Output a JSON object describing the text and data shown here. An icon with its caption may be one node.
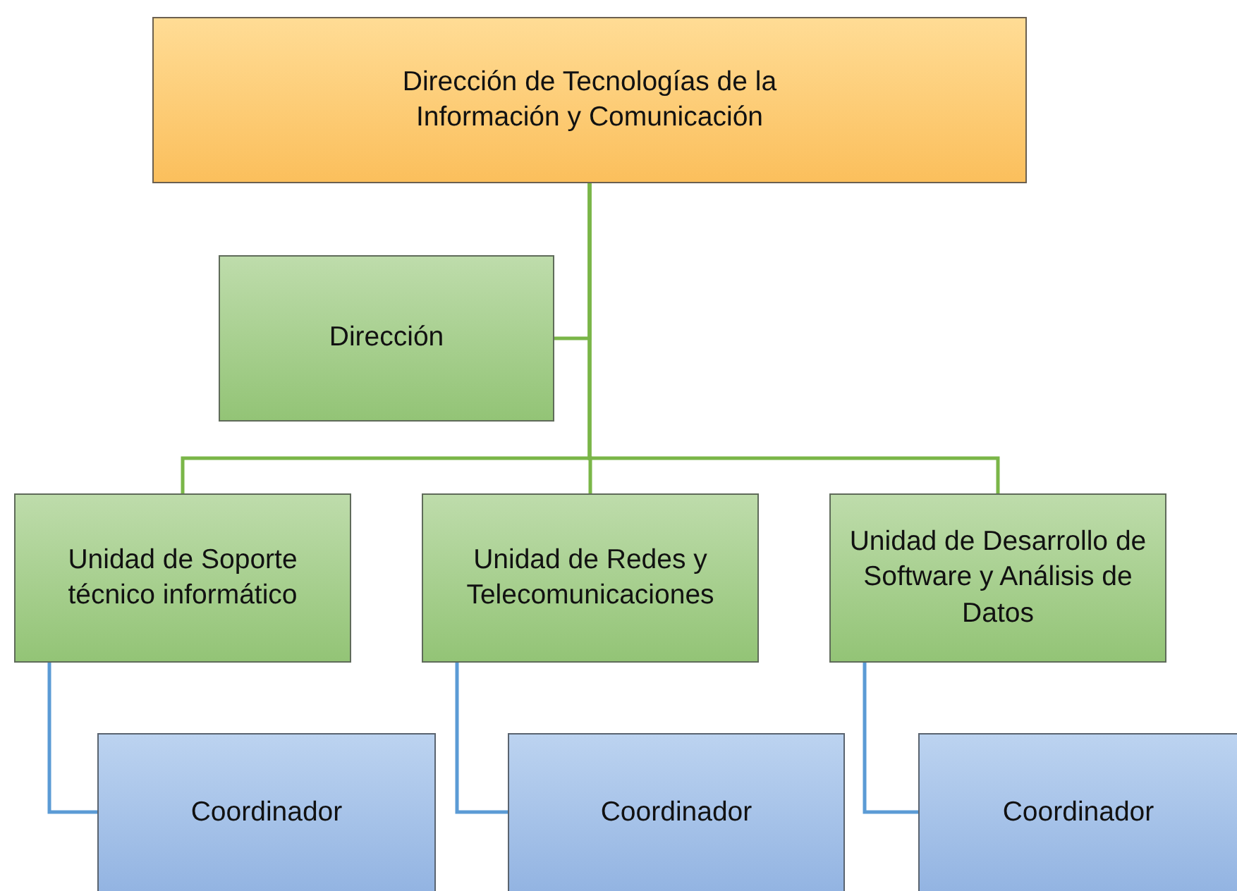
{
  "diagram": {
    "nodes": [
      {
        "text": [
          "Dirección de Tecnologías de la Información y Comunicación"
        ]
      },
      {
        "text": [
          "Dirección"
        ]
      },
      {
        "text": [
          "Unidad de Soporte técnico informático"
        ]
      },
      {
        "text": [
          "Unidad de Redes y Telecomunicaciones"
        ]
      },
      {
        "text": [
          "Unidad de Desarrollo de Software y Análisis de Datos"
        ]
      },
      {
        "text": [
          "Coordinador"
        ]
      },
      {
        "text": [
          "Coordinador"
        ]
      },
      {
        "text": [
          "Coordinador"
        ]
      }
    ],
    "edges": [
      {
        "from": 0,
        "to": 1,
        "arrow": "none"
      },
      {
        "from": 0,
        "to": 2,
        "arrow": "none"
      },
      {
        "from": 0,
        "to": 3,
        "arrow": "none"
      },
      {
        "from": 0,
        "to": 4,
        "arrow": "none"
      },
      {
        "from": 2,
        "to": 5,
        "arrow": "none",
        "color": "#5b9bd5"
      },
      {
        "from": 3,
        "to": 6,
        "arrow": "none",
        "color": "#5b9bd5"
      },
      {
        "from": 4,
        "to": 7,
        "arrow": "none",
        "color": "#5b9bd5"
      }
    ]
  }
}
